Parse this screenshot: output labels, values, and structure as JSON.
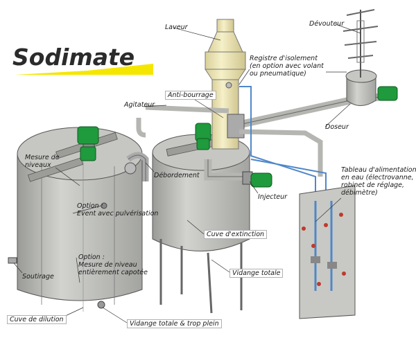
{
  "brand": {
    "name": "Sodimate",
    "text_color": "#2b2b2b",
    "accent_color": "#f5e600"
  },
  "labels": {
    "laveur": "Laveur",
    "devouteur": "Dévouteur",
    "registre": "Registre d'isolement\n(en option avec volant\nou pneumatique)",
    "anti_bourrage": "Anti-bourrage",
    "agitateur": "Agitateur",
    "doseur": "Doseur",
    "mesure_niveaux": "Mesure de\nniveaux",
    "debordement": "Débordement",
    "tableau": "Tableau d'alimentation\nen eau (électrovanne,\nrobinet de réglage,\ndébimètre)",
    "injecteur": "Injecteur",
    "option_event": "Option :\nEvent avec pulvérisation",
    "cuve_extinction": "Cuve d'extinction",
    "option_mesure": "Option :\nMesure de niveau\nentièrement capotée",
    "soutirage": "Soutirage",
    "vidange_totale": "Vidange totale",
    "cuve_dilution": "Cuve de dilution",
    "vidange_trop_plein": "Vidange totale & trop plein"
  },
  "colors": {
    "steel": "#b9bab5",
    "steel_dark": "#8d8e8a",
    "scrubber": "#efe7b6",
    "motor": "#1f9a3c",
    "water": "#4f87c9",
    "valve": "#c0392b"
  }
}
